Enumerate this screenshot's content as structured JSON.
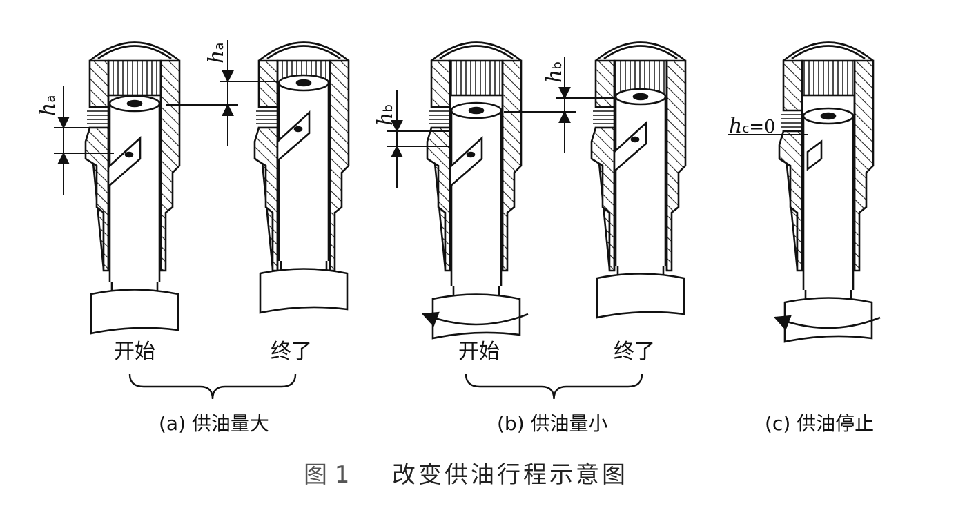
{
  "figure": {
    "number": "图 1",
    "title": "改变供油行程示意图",
    "colors": {
      "ink": "#111111",
      "hatch": "#222222"
    }
  },
  "panels": [
    {
      "id": "a",
      "caption": "(a) 供油量大",
      "stages": [
        "开始",
        "终了"
      ],
      "dimension_symbol": "h",
      "dimension_sub": "a"
    },
    {
      "id": "b",
      "caption": "(b) 供油量小",
      "stages": [
        "开始",
        "终了"
      ],
      "dimension_symbol": "h",
      "dimension_sub": "b"
    },
    {
      "id": "c",
      "caption": "(c) 供油停止",
      "stages": [],
      "dimension_symbol": "h",
      "dimension_sub": "c",
      "dimension_value": "=0"
    }
  ]
}
